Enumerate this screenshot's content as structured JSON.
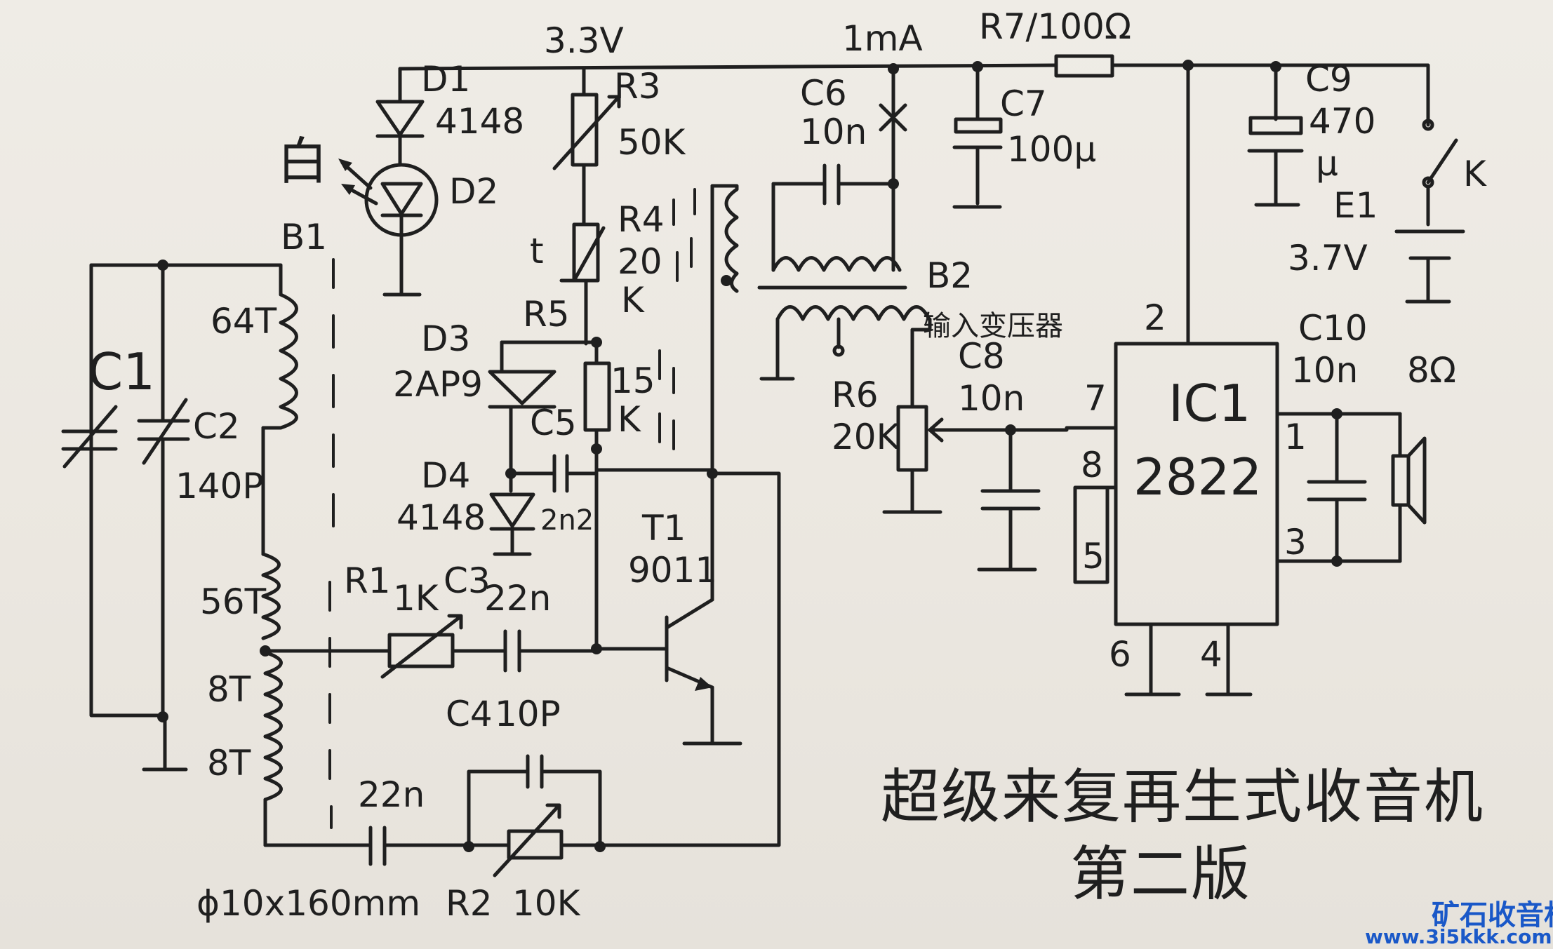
{
  "diagram": {
    "title": "超级来复再生式收音机",
    "subtitle": "第二版",
    "watermark": {
      "line1": "矿石收音机",
      "line2": "www.3i5kkk.com",
      "color": "#1a58c8"
    },
    "labels": {
      "supply": "3.3V",
      "current": "1mA",
      "r7": "R7/100Ω",
      "d1": "D1",
      "d1_val": "4148",
      "white": "白",
      "d2": "D2",
      "r3": "R3",
      "r3_val": "50K",
      "c6": "C6",
      "c6_val": "10n",
      "c7": "C7",
      "c7_val": "100μ",
      "c9": "C9",
      "c9_val1": "470",
      "c9_val2": "μ",
      "k": "K",
      "e1": "E1",
      "e1_val": "3.7V",
      "b1": "B1",
      "t_sym": "t",
      "r4": "R4",
      "r4_val1": "20",
      "r4_val2": "K",
      "b2": "B2",
      "b2_desc": "输入变压器",
      "r5": "R5",
      "r5_val1": "15",
      "r5_val2": "K",
      "d3": "D3",
      "d3_val": "2AP9",
      "c5": "C5",
      "turns_64": "64T",
      "c1": "C1",
      "c2": "C2",
      "c2_val": "140P",
      "r6": "R6",
      "r6_val": "20K",
      "c8": "C8",
      "c8_val": "10n",
      "pin2": "2",
      "pin7": "7",
      "pin8": "8",
      "pin5": "5",
      "pin1": "1",
      "pin3": "3",
      "pin6": "6",
      "pin4": "4",
      "ic1": "IC1",
      "ic1_val": "2822",
      "c10": "C10",
      "c10_val": "10n",
      "spk": "8Ω",
      "d4": "D4",
      "d4_val": "4148",
      "c5_val": "2n2",
      "t1": "T1",
      "t1_val": "9011",
      "turns_56": "56T",
      "r1": "R1",
      "r1_val": "1K",
      "c3": "C3",
      "c3_val": "22n",
      "turns_8a": "8T",
      "turns_8b": "8T",
      "c4": "C4",
      "c4_val": "10P",
      "c_fb": "22n",
      "rod": "ϕ10x160mm",
      "r2": "R2",
      "r2_val": "10K"
    }
  }
}
